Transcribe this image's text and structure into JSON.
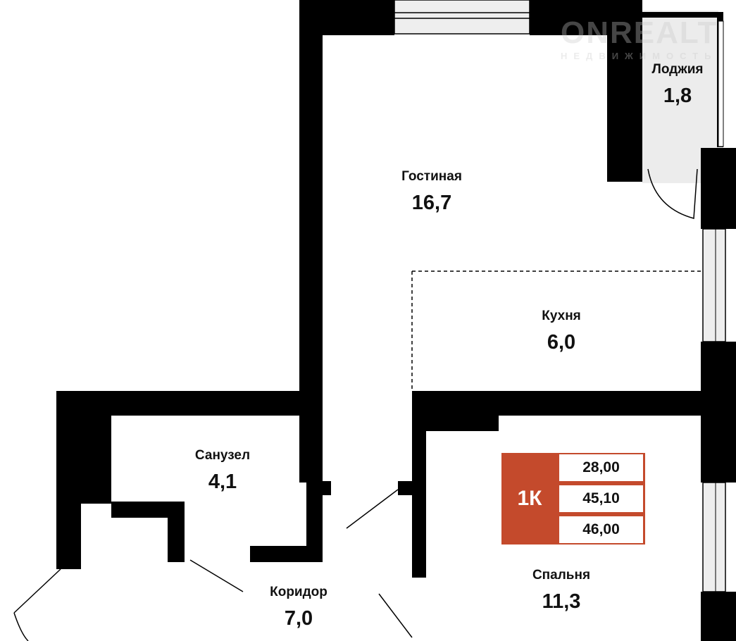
{
  "rooms": {
    "living": {
      "name": "Гостиная",
      "area": "16,7"
    },
    "loggia": {
      "name": "Лоджия",
      "area": "1,8"
    },
    "kitchen": {
      "name": "Кухня",
      "area": "6,0"
    },
    "bathroom": {
      "name": "Санузел",
      "area": "4,1"
    },
    "corridor": {
      "name": "Коридор",
      "area": "7,0"
    },
    "bedroom": {
      "name": "Спальня",
      "area": "11,3"
    }
  },
  "badge": {
    "type": "1К",
    "living_area": "28,00",
    "total_area": "45,10",
    "total_area_with_loggia": "46,00",
    "color": "#c44a2c"
  },
  "watermark": {
    "title": "ONREALT",
    "subtitle": "НЕДВИЖИМОСТЬ"
  }
}
